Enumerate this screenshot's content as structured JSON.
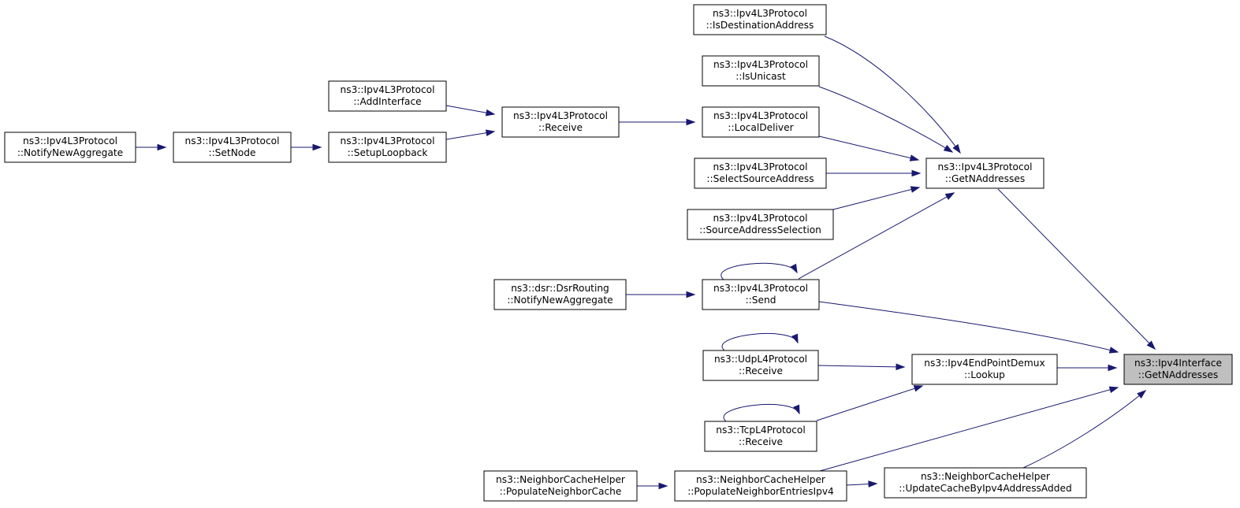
{
  "graph": {
    "colors": {
      "edge": "#191970",
      "node_border": "#000000",
      "node_fill": "#ffffff",
      "highlight_fill": "#bfbfbf"
    },
    "nodes": [
      {
        "id": "isdest",
        "line1": "ns3::Ipv4L3Protocol",
        "line2": "::IsDestinationAddress"
      },
      {
        "id": "isuni",
        "line1": "ns3::Ipv4L3Protocol",
        "line2": "::IsUnicast"
      },
      {
        "id": "addif",
        "line1": "ns3::Ipv4L3Protocol",
        "line2": "::AddInterface"
      },
      {
        "id": "recv",
        "line1": "ns3::Ipv4L3Protocol",
        "line2": "::Receive"
      },
      {
        "id": "notify1",
        "line1": "ns3::Ipv4L3Protocol",
        "line2": "::NotifyNewAggregate"
      },
      {
        "id": "setnode",
        "line1": "ns3::Ipv4L3Protocol",
        "line2": "::SetNode"
      },
      {
        "id": "setloop",
        "line1": "ns3::Ipv4L3Protocol",
        "line2": "::SetupLoopback"
      },
      {
        "id": "local",
        "line1": "ns3::Ipv4L3Protocol",
        "line2": "::LocalDeliver"
      },
      {
        "id": "selsrc",
        "line1": "ns3::Ipv4L3Protocol",
        "line2": "::SelectSourceAddress"
      },
      {
        "id": "getn",
        "line1": "ns3::Ipv4L3Protocol",
        "line2": "::GetNAddresses"
      },
      {
        "id": "srcsel",
        "line1": "ns3::Ipv4L3Protocol",
        "line2": "::SourceAddressSelection"
      },
      {
        "id": "dsr",
        "line1": "ns3::dsr::DsrRouting",
        "line2": "::NotifyNewAggregate"
      },
      {
        "id": "send",
        "line1": "ns3::Ipv4L3Protocol",
        "line2": "::Send"
      },
      {
        "id": "udp",
        "line1": "ns3::UdpL4Protocol",
        "line2": "::Receive"
      },
      {
        "id": "lookup",
        "line1": "ns3::Ipv4EndPointDemux",
        "line2": "::Lookup"
      },
      {
        "id": "target",
        "line1": "ns3::Ipv4Interface",
        "line2": "::GetNAddresses",
        "highlight": true
      },
      {
        "id": "tcp",
        "line1": "ns3::TcpL4Protocol",
        "line2": "::Receive"
      },
      {
        "id": "popcache",
        "line1": "ns3::NeighborCacheHelper",
        "line2": "::PopulateNeighborCache"
      },
      {
        "id": "popent",
        "line1": "ns3::NeighborCacheHelper",
        "line2": "::PopulateNeighborEntriesIpv4"
      },
      {
        "id": "update",
        "line1": "ns3::NeighborCacheHelper",
        "line2": "::UpdateCacheByIpv4AddressAdded"
      }
    ],
    "edges": [
      {
        "from": "isdest",
        "to": "getn"
      },
      {
        "from": "isuni",
        "to": "getn"
      },
      {
        "from": "local",
        "to": "getn"
      },
      {
        "from": "selsrc",
        "to": "getn"
      },
      {
        "from": "srcsel",
        "to": "getn"
      },
      {
        "from": "send",
        "to": "getn"
      },
      {
        "from": "recv",
        "to": "local"
      },
      {
        "from": "addif",
        "to": "recv"
      },
      {
        "from": "setloop",
        "to": "recv"
      },
      {
        "from": "setnode",
        "to": "setloop"
      },
      {
        "from": "notify1",
        "to": "setnode"
      },
      {
        "from": "dsr",
        "to": "send"
      },
      {
        "from": "send",
        "to": "send"
      },
      {
        "from": "getn",
        "to": "target"
      },
      {
        "from": "send",
        "to": "target"
      },
      {
        "from": "lookup",
        "to": "target"
      },
      {
        "from": "popent",
        "to": "target"
      },
      {
        "from": "update",
        "to": "target"
      },
      {
        "from": "udp",
        "to": "lookup"
      },
      {
        "from": "tcp",
        "to": "lookup"
      },
      {
        "from": "udp",
        "to": "udp"
      },
      {
        "from": "tcp",
        "to": "tcp"
      },
      {
        "from": "popcache",
        "to": "popent"
      },
      {
        "from": "popent",
        "to": "update"
      }
    ]
  }
}
